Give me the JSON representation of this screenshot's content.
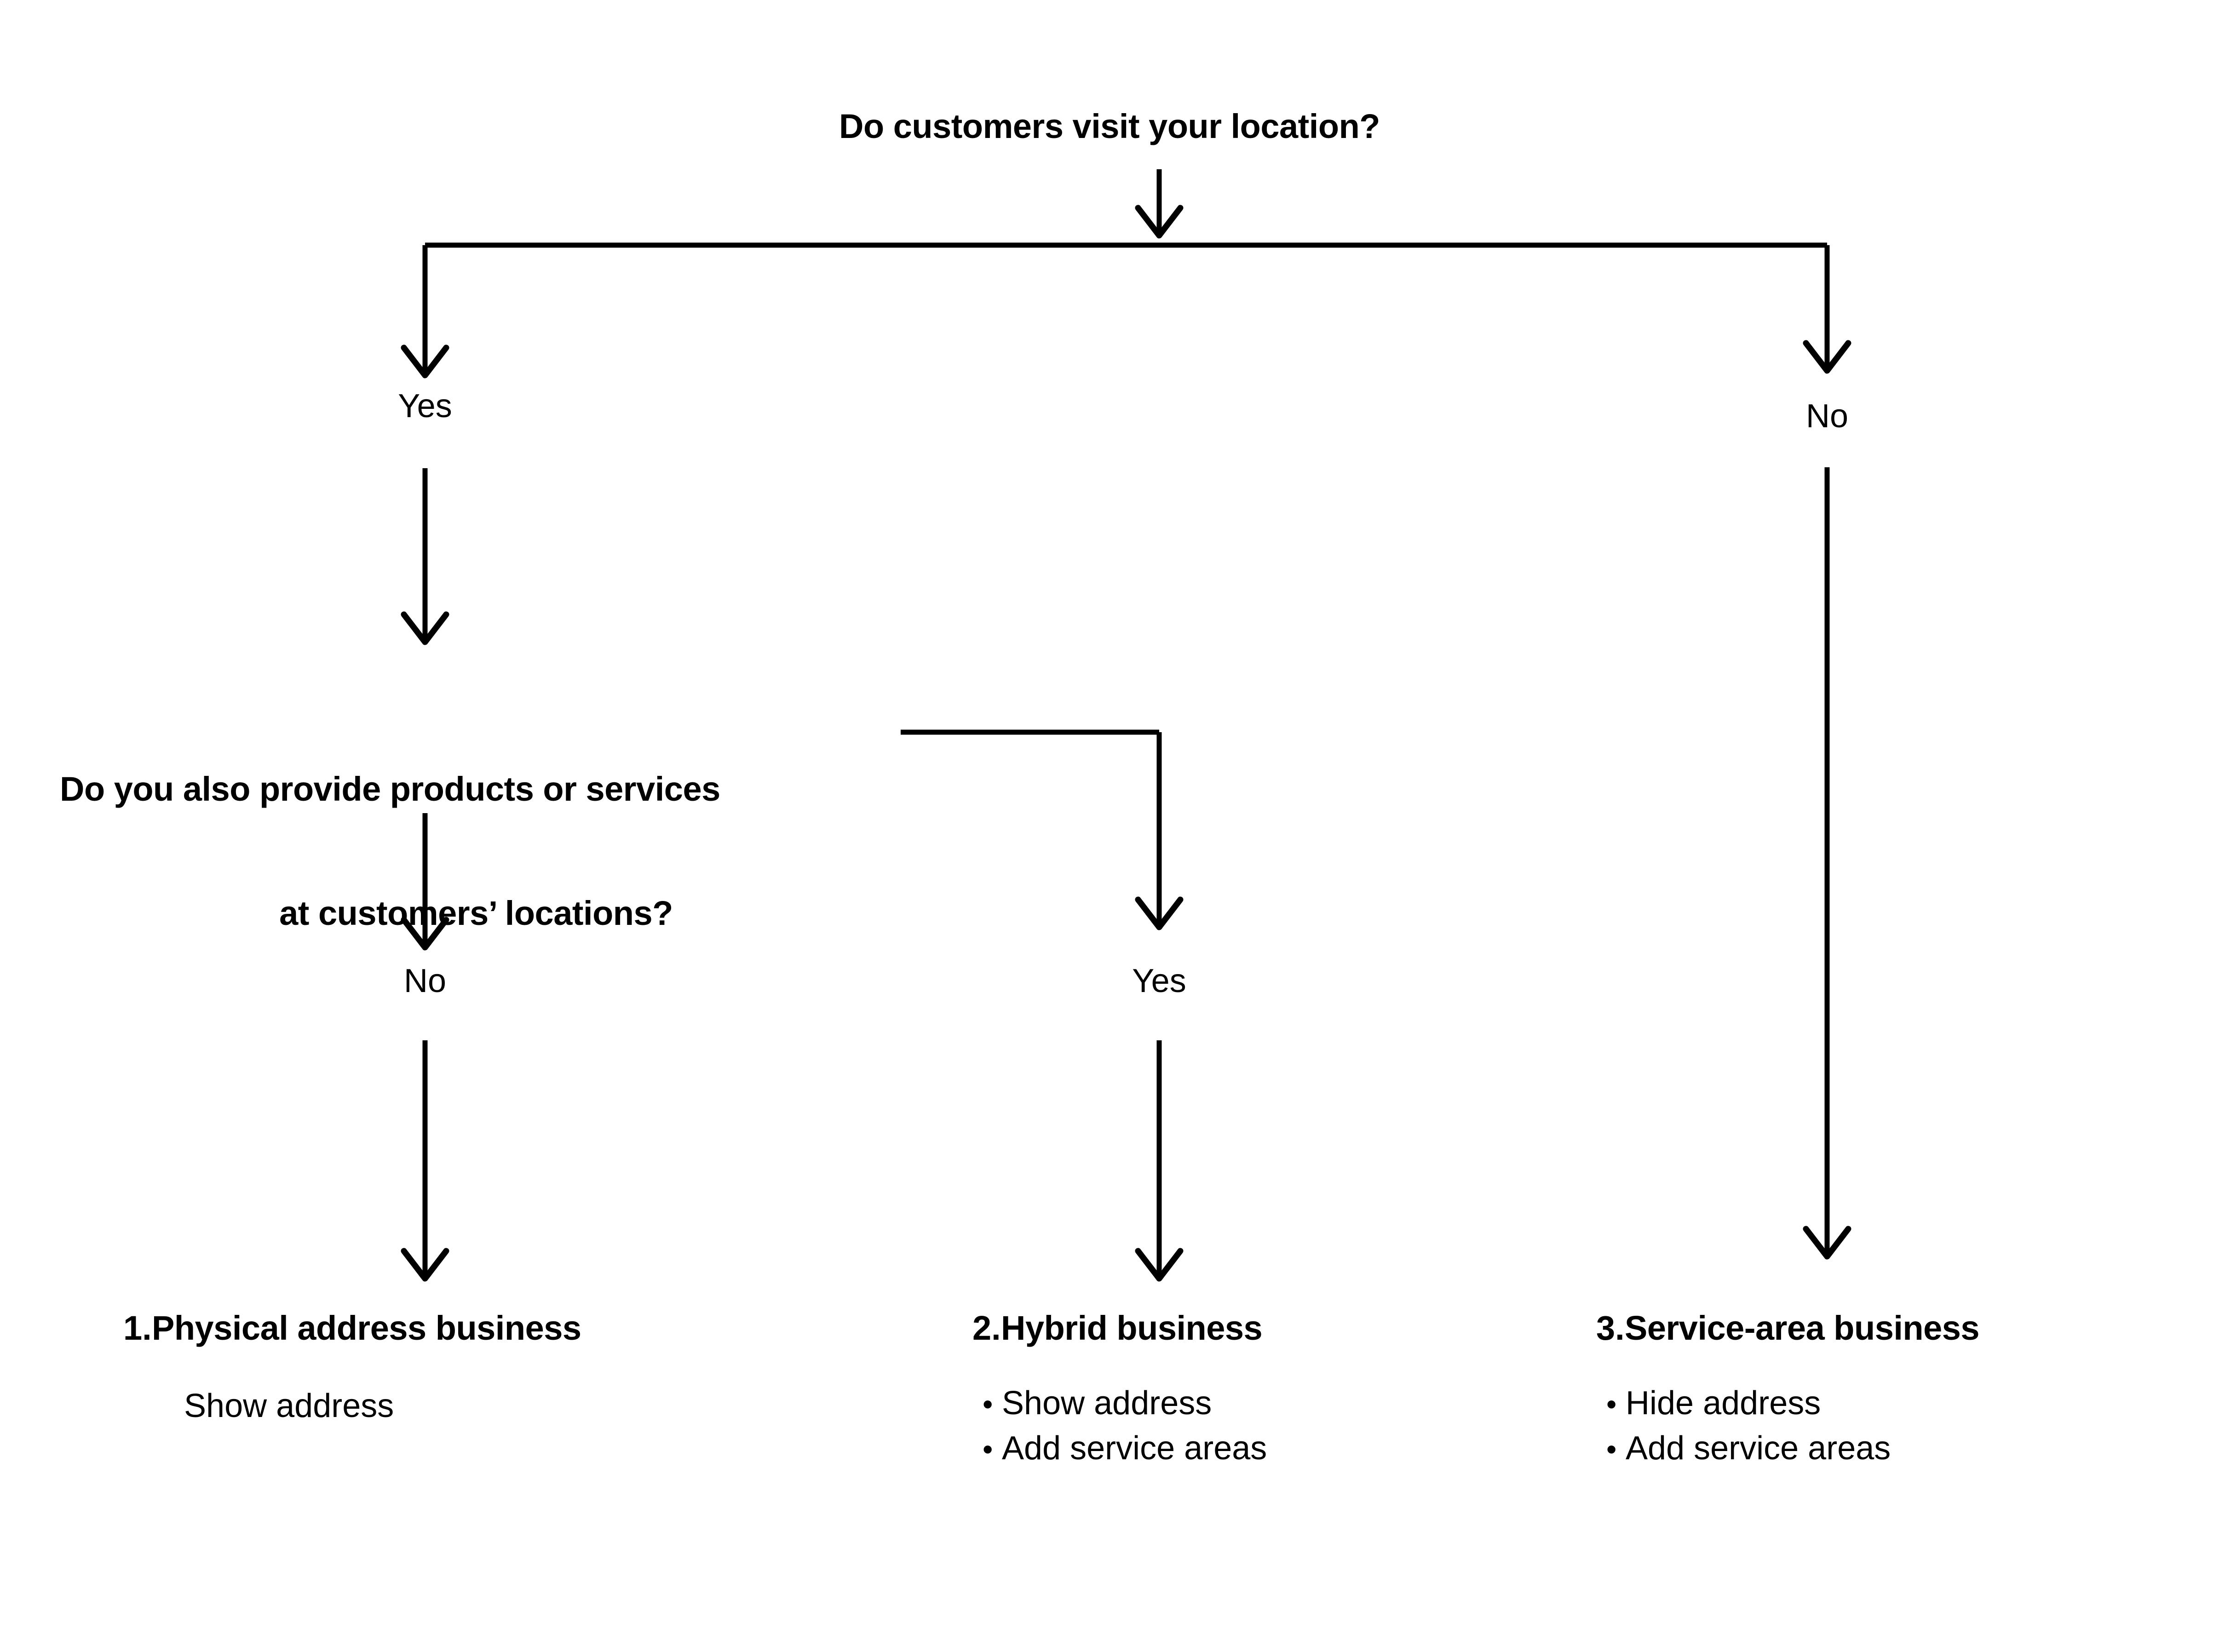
{
  "diagram": {
    "title_question": "Do customers visit your location?",
    "second_question_line1": "Do you also provide products or services",
    "second_question_line2": "at customers’ locations?",
    "labels": {
      "yes_top": "Yes",
      "no_top": "No",
      "no_mid": "No",
      "yes_mid": "Yes"
    },
    "bullet_glyph": "•",
    "line_color": "#000000",
    "text_color": "#000000",
    "background_color": "#ffffff",
    "outcomes": [
      {
        "number": "1.",
        "name": "Physical address business",
        "plain": "Show address",
        "items": []
      },
      {
        "number": "2.",
        "name": "Hybrid business",
        "plain": "",
        "items": [
          "Show address",
          "Add service areas"
        ]
      },
      {
        "number": "3.",
        "name": "Service-area business",
        "plain": "",
        "items": [
          "Hide address",
          "Add service areas"
        ]
      }
    ]
  }
}
